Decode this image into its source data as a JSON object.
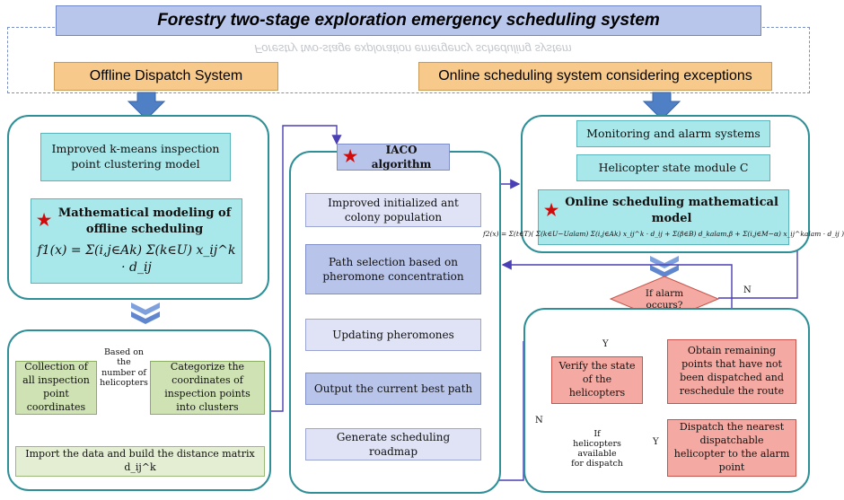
{
  "title": "Forestry two-stage exploration emergency scheduling system",
  "mirror_text": "Forestry two-stage exploration emergency scheduling system",
  "offline_system": "Offline Dispatch System",
  "online_system": "Online scheduling system considering exceptions",
  "offline_panel": {
    "kmeans": "Improved k-means inspection point clustering model",
    "modeling_title": "Mathematical modeling of offline scheduling",
    "formula": "f1(x) = Σ(i,j∈Ak) Σ(k∈U) x_ij^k · d_ij"
  },
  "iaco": {
    "title": "IACO algorithm",
    "steps": [
      "Improved initialized ant colony population",
      "Path selection based on pheromone concentration",
      "Updating pheromones",
      "Output the current best path",
      "Generate scheduling roadmap"
    ]
  },
  "online_panel": {
    "monitoring": "Monitoring and alarm systems",
    "helicopter_state": "Helicopter state module C",
    "model_title": "Online scheduling mathematical model",
    "formula": "f2(x) = Σ(t∈T)( Σ(k∈U−Ualam) Σ(i,j∈Ak) x_ij^k · d_ij + Σ(β∈B) d_kalam,β + Σ(i,j∈M−α) x_ij^kalam · d_ij )"
  },
  "clustering": {
    "collection": "Collection of all inspection point coordinates",
    "edge_label": "Based on the number of helicopters",
    "categorize": "Categorize the coordinates of inspection points into clusters",
    "import": "Import the data and build the distance matrix d_ij^k"
  },
  "flow": {
    "alarm": "If alarm occurs?",
    "verify": "Verify the state of the helicopters",
    "available": "If helicopters available for dispatch",
    "dispatch": "Dispatch the nearest dispatchable helicopter to the alarm point",
    "obtain": "Obtain remaining points that have not been dispatched and reschedule the route",
    "yes1": "Y",
    "yes2": "Y",
    "no1": "N",
    "no2": "N"
  },
  "colors": {
    "title_fill": "#b7c6ea",
    "system_fill": "#f7c98a",
    "panel_border": "#2f8f97",
    "cyan_box": "#a8e7ea",
    "red_box": "#f4aaa2",
    "arrow_blue": "#4f7fc4",
    "line_purple": "#4a3fb5"
  }
}
